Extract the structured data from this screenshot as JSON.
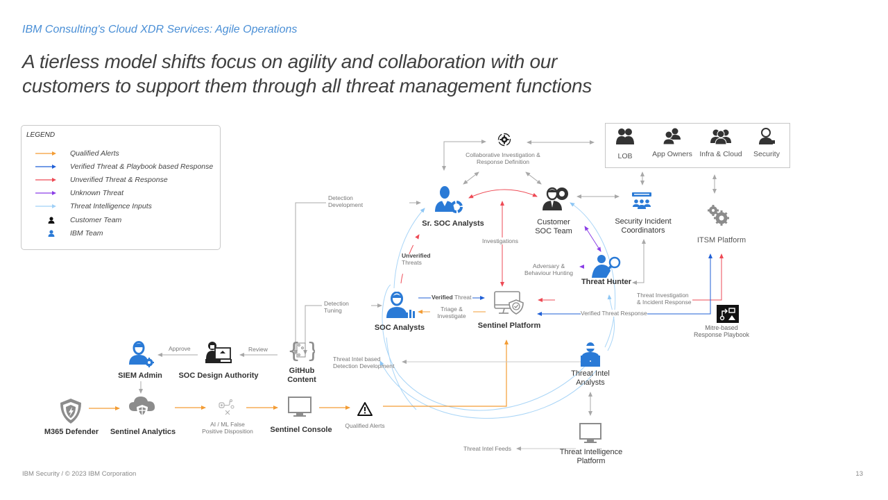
{
  "header": {
    "eyebrow": "IBM Consulting's Cloud XDR Services: Agile Operations",
    "headline_line1": "A tierless model shifts focus on agility and collaboration with our",
    "headline_line2": "customers to support them through all threat management functions"
  },
  "legend": {
    "title": "LEGEND",
    "items": [
      {
        "label": "Qualified Alerts",
        "color": "#f39c34",
        "type": "arrow"
      },
      {
        "label": "Verified Threat & Playbook based Response",
        "color": "#1f5fd6",
        "type": "arrow"
      },
      {
        "label": "Unverified Threat & Response",
        "color": "#ee4a55",
        "type": "arrow"
      },
      {
        "label": "Unknown Threat",
        "color": "#8a3ee6",
        "type": "arrow"
      },
      {
        "label": "Threat Intelligence Inputs",
        "color": "#9fd0f7",
        "type": "arrow"
      },
      {
        "label": "Customer Team",
        "color": "#111111",
        "type": "person"
      },
      {
        "label": "IBM Team",
        "color": "#2a7ad6",
        "type": "person"
      }
    ]
  },
  "colors": {
    "ibm_blue": "#2a7ad6",
    "customer_black": "#222222",
    "qualified": "#f39c34",
    "verified": "#1f5fd6",
    "unverified": "#ee4a55",
    "unknown": "#8a3ee6",
    "intel": "#9fd0f7",
    "neutral": "#a8a8a8"
  },
  "nodes": {
    "collab": {
      "label_line1": "Collaborative Investigation &",
      "label_line2": "Response Definition"
    },
    "sr_soc": {
      "label": "Sr. SOC Analysts"
    },
    "customer_soc": {
      "label_line1": "Customer",
      "label_line2": "SOC Team"
    },
    "sec_incident": {
      "label_line1": "Security Incident",
      "label_line2": "Coordinators"
    },
    "itsm": {
      "label": "ITSM Platform"
    },
    "threat_hunter": {
      "label": "Threat Hunter"
    },
    "soc_analysts": {
      "label": "SOC Analysts"
    },
    "sentinel_platform": {
      "label": "Sentinel Platform"
    },
    "mitre": {
      "label_line1": "Mitre-based",
      "label_line2": "Response Playbook"
    },
    "github": {
      "label_line1": "GitHub",
      "label_line2": "Content"
    },
    "soc_design": {
      "label": "SOC Design Authority"
    },
    "siem_admin": {
      "label": "SIEM Admin"
    },
    "threat_intel_analysts": {
      "label_line1": "Threat Intel",
      "label_line2": "Analysts"
    },
    "m365": {
      "label": "M365 Defender"
    },
    "sentinel_analytics": {
      "label": "Sentinel Analytics"
    },
    "aiml": {
      "label_line1": "AI / ML False",
      "label_line2": "Positive Disposition"
    },
    "sentinel_console": {
      "label": "Sentinel Console"
    },
    "qualified_alerts": {
      "label": "Qualified Alerts"
    },
    "ti_platform": {
      "label_line1": "Threat Intelligence",
      "label_line2": "Platform"
    }
  },
  "stakeholders": [
    {
      "label": "LOB"
    },
    {
      "label": "App Owners"
    },
    {
      "label": "Infra & Cloud"
    },
    {
      "label": "Security"
    }
  ],
  "edge_labels": {
    "detection_dev_line1": "Detection",
    "detection_dev_line2": "Development",
    "investigations": "Investigations",
    "unverified_bold": "Unverified",
    "unverified_rest": "Threats",
    "adversary_line1": "Adversary &",
    "adversary_line2": "Behaviour Hunting",
    "detection_tuning_line1": "Detection",
    "detection_tuning_line2": "Tuning",
    "verified_bold": "Verified",
    "verified_rest": "Threat",
    "triage_line1": "Triage &",
    "triage_line2": "Investigate",
    "ti_incident_line1": "Threat Investigation",
    "ti_incident_line2": "& Incident Response",
    "verified_response": "Verified Threat Response",
    "approve": "Approve",
    "review": "Review",
    "ti_detection_line1": "Threat Intel based",
    "ti_detection_line2": "Detection Development",
    "ti_feeds": "Threat Intel Feeds"
  },
  "footer": {
    "left": "IBM Security / © 2023  IBM Corporation",
    "page_number": "13"
  }
}
